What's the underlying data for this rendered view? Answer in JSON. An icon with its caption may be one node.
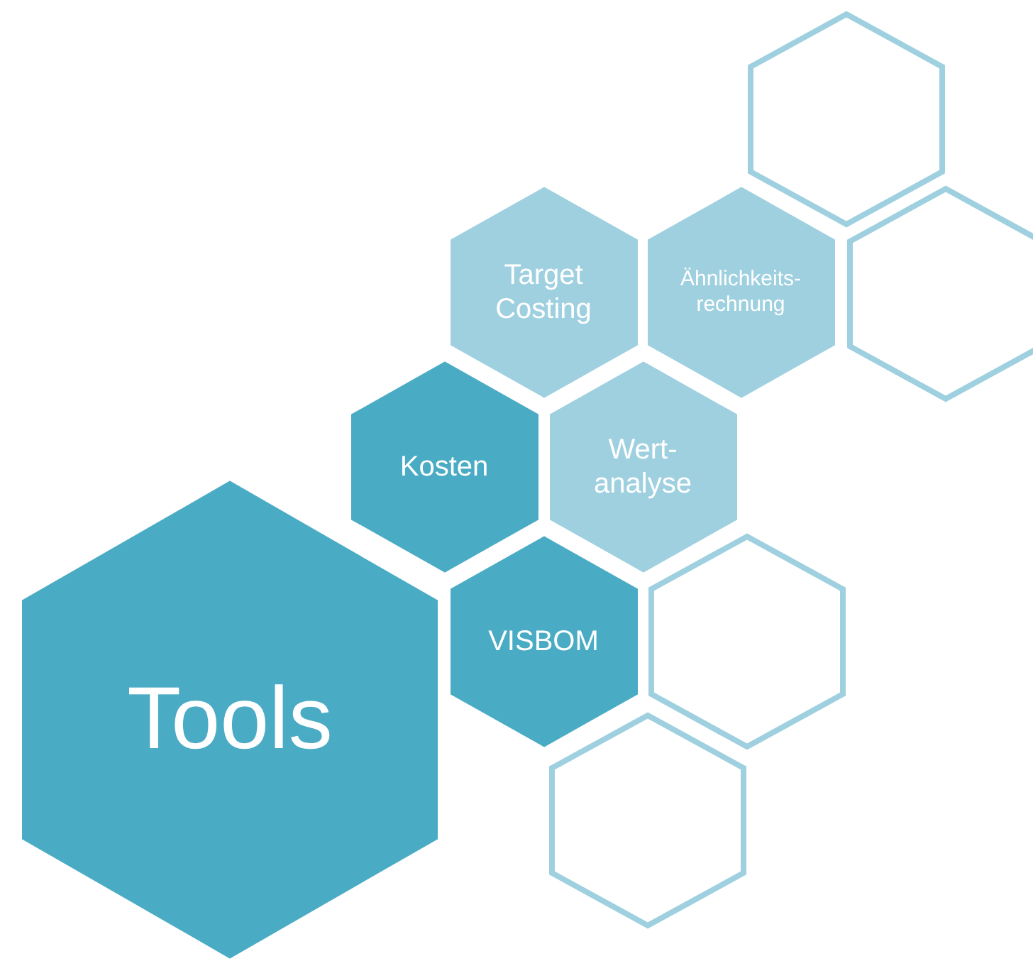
{
  "diagram": {
    "nodes": [
      {
        "text": [],
        "shape": "hexagon"
      },
      {
        "text": [
          "Target Costing"
        ]
      },
      {
        "text": [
          "Ähnlichkeits- rechnung"
        ]
      },
      {
        "text": [],
        "shape": "hexagon"
      },
      {
        "text": [
          "Kosten"
        ]
      },
      {
        "text": [
          "Wert- analyse"
        ]
      },
      {
        "text": [
          "Tools"
        ]
      },
      {
        "text": [
          "VISBOM"
        ]
      },
      {
        "text": [],
        "shape": "hexagon"
      },
      {
        "text": [],
        "shape": "hexagon"
      }
    ]
  }
}
